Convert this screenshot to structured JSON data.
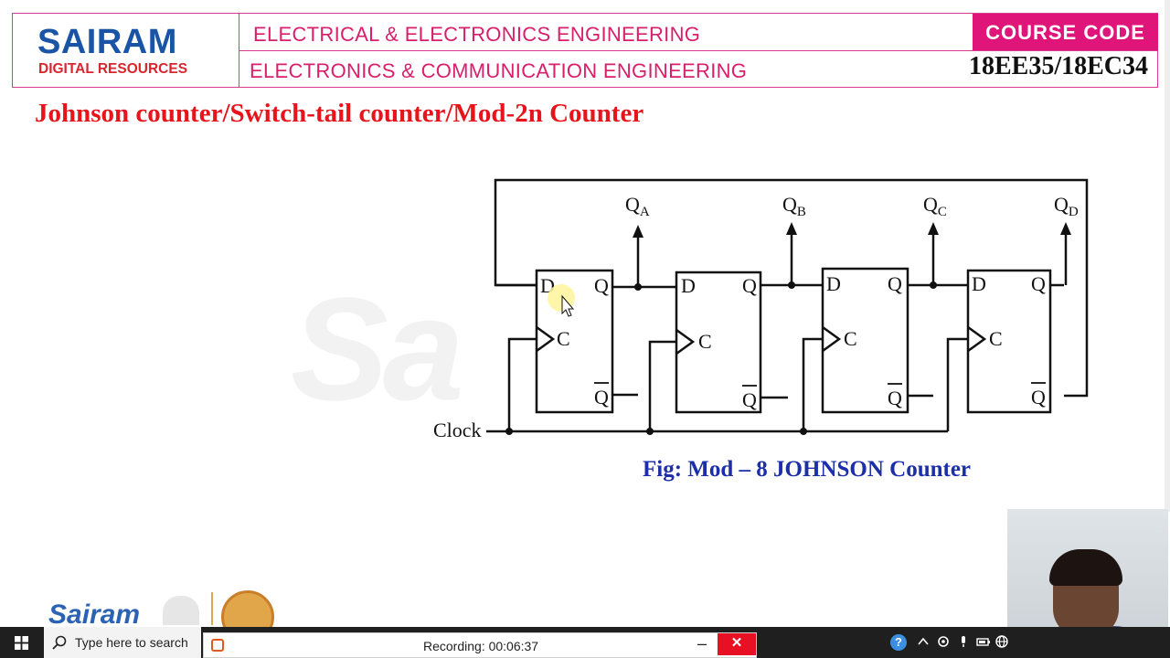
{
  "header": {
    "logo_main": "SAIRAM",
    "logo_sub": "DIGITAL RESOURCES",
    "department_1": "ELECTRICAL & ELECTRONICS ENGINEERING",
    "department_2": "ELECTRONICS & COMMUNICATION ENGINEERING",
    "course_code_label": "COURSE CODE",
    "course_code_value": "18EE35/18EC34"
  },
  "slide": {
    "title": "Johnson counter/Switch-tail counter/Mod-2n Counter",
    "watermark": "Sa",
    "figure_caption": "Fig: Mod – 8 JOHNSON Counter"
  },
  "diagram": {
    "outputs": [
      {
        "main": "Q",
        "sub": "A"
      },
      {
        "main": "Q",
        "sub": "B"
      },
      {
        "main": "Q",
        "sub": "C"
      },
      {
        "main": "Q",
        "sub": "D"
      }
    ],
    "flipflop_labels": {
      "d": "D",
      "q": "Q",
      "c": "C",
      "qbar": "Q"
    },
    "clock_label": "Clock"
  },
  "footer": {
    "logo_text": "Sairam"
  },
  "taskbar": {
    "search_placeholder": "Type here to search",
    "recording_text": "Recording:  00:06:37",
    "minimize_label": "–",
    "close_label": "✕",
    "help_label": "?"
  },
  "colors": {
    "accent_pink": "#e0157a",
    "title_red": "#e8141c",
    "caption_blue": "#1c2fa8",
    "logo_blue": "#1a54a6"
  }
}
